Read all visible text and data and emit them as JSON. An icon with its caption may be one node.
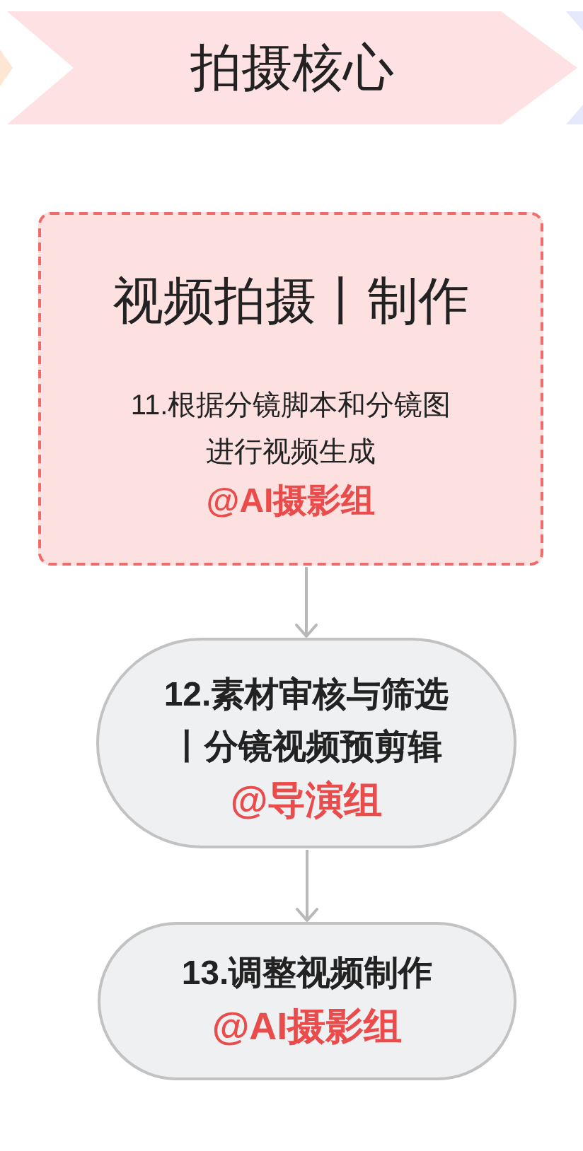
{
  "diagram": {
    "nodes": [
      {
        "text": [
          "拍摄核心"
        ]
      },
      {
        "text": [
          "视频拍摄丨制作",
          "11.根据分镜脚本和分镜图进行视频生成",
          "@AI摄影组"
        ]
      },
      {
        "text": [
          "12.素材审核与筛选丨分镜视频预剪辑",
          "@导演组"
        ]
      },
      {
        "text": [
          "13.调整视频制作",
          "@AI摄影组"
        ]
      }
    ],
    "edges": [
      {
        "from": 1,
        "to": 2,
        "arrow": "to"
      },
      {
        "from": 2,
        "to": 3,
        "arrow": "to"
      }
    ]
  }
}
